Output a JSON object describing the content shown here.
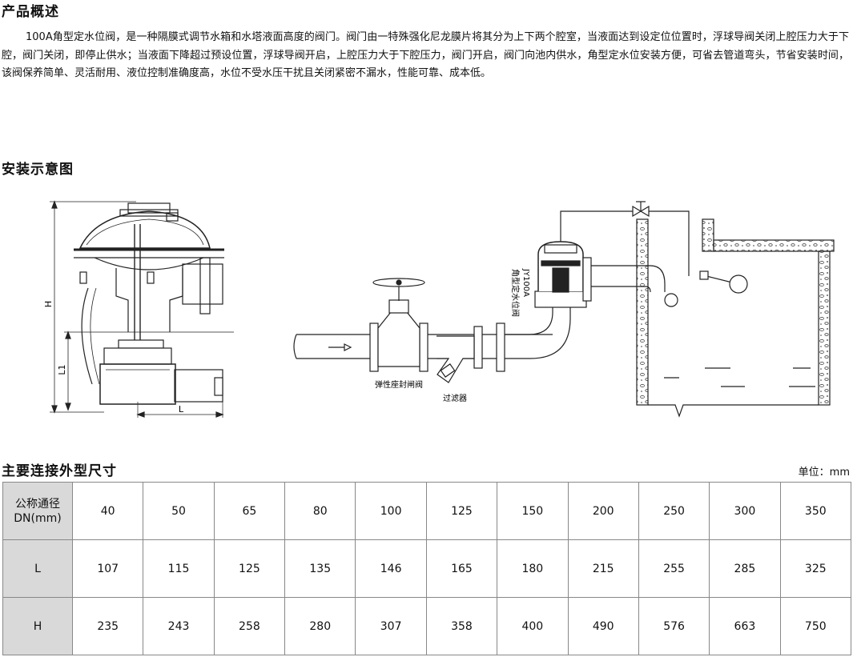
{
  "sections": {
    "overview_title": "产品概述",
    "install_title": "安装示意图",
    "dims_title": "主要连接外型尺寸"
  },
  "description": "100A角型定水位阀，是一种隔膜式调节水箱和水塔液面高度的阀门。阀门由一特殊强化尼龙膜片将其分为上下两个腔室，当液面达到设定位位置时，浮球导阀关闭上腔压力大于下腔，阀门关闭，即停止供水；当液面下降超过预设位置，浮球导阀开启，上腔压力大于下腔压力，阀门开启，阀门向池内供水，角型定水位安装方便，可省去管道弯头，节省安装时间，该阀保养简单、灵活耐用、液位控制准确度高，水位不受水压干扰且关闭紧密不漏水，性能可靠、成本低。",
  "diagram": {
    "dim_H": "H",
    "dim_L1": "L1",
    "dim_L": "L",
    "gate_valve": "弹性座封闸阀",
    "filter": "过滤器",
    "valve_model": "JY100A",
    "valve_name": "角型定水位阀"
  },
  "unit_label": "单位：mm",
  "table": {
    "header_label": "公称通径\nDN(mm)",
    "dn": [
      "40",
      "50",
      "65",
      "80",
      "100",
      "125",
      "150",
      "200",
      "250",
      "300",
      "350"
    ],
    "rows": [
      {
        "label": "L",
        "values": [
          "107",
          "115",
          "125",
          "135",
          "146",
          "165",
          "180",
          "215",
          "255",
          "285",
          "325"
        ]
      },
      {
        "label": "H",
        "values": [
          "235",
          "243",
          "258",
          "280",
          "307",
          "358",
          "400",
          "490",
          "576",
          "663",
          "750"
        ]
      }
    ]
  }
}
